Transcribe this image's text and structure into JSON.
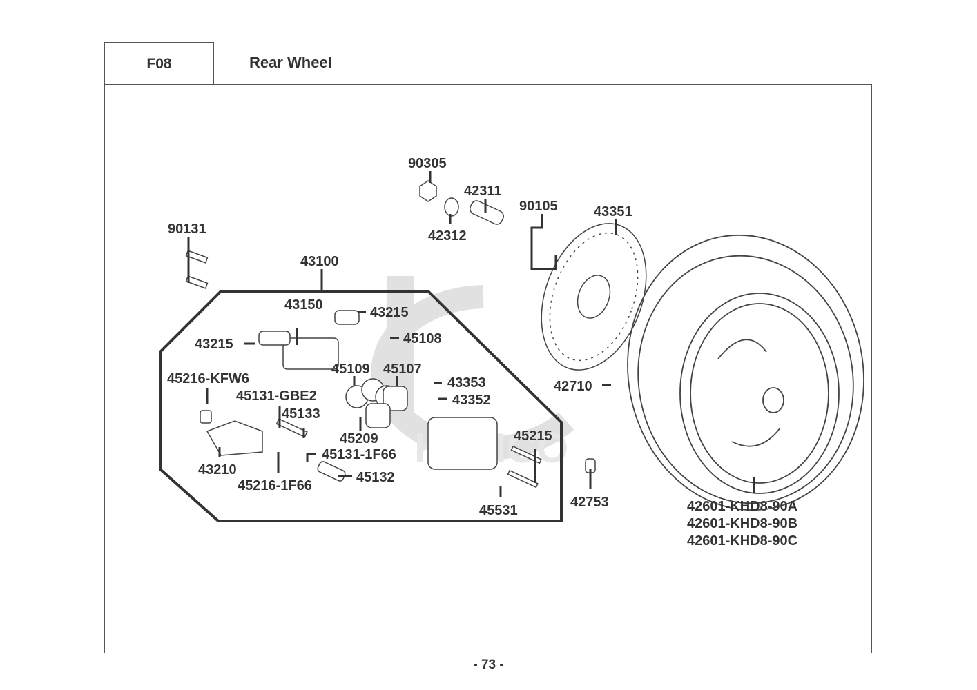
{
  "header": {
    "section_code": "F08",
    "title": "Rear Wheel"
  },
  "footer": {
    "page_number": "- 73 -"
  },
  "watermark": {
    "brand": "KYMCO"
  },
  "callouts": {
    "p90305": "90305",
    "p42311": "42311",
    "p42312": "42312",
    "p90105": "90105",
    "p43351": "43351",
    "p90131": "90131",
    "p43100": "43100",
    "p43150": "43150",
    "p43215a": "43215",
    "p43215b": "43215",
    "p45108": "45108",
    "p45109": "45109",
    "p45107": "45107",
    "p43353": "43353",
    "p43352": "43352",
    "p45216kfw6": "45216-KFW6",
    "p45131gbe2": "45131-GBE2",
    "p45133": "45133",
    "p45209": "45209",
    "p45131_1f66": "45131-1F66",
    "p43210": "43210",
    "p45216_1f66": "45216-1F66",
    "p45132": "45132",
    "p45215": "45215",
    "p45531": "45531",
    "p42710": "42710",
    "p42753": "42753",
    "p42601a": "42601-KHD8-90A",
    "p42601b": "42601-KHD8-90B",
    "p42601c": "42601-KHD8-90C"
  }
}
